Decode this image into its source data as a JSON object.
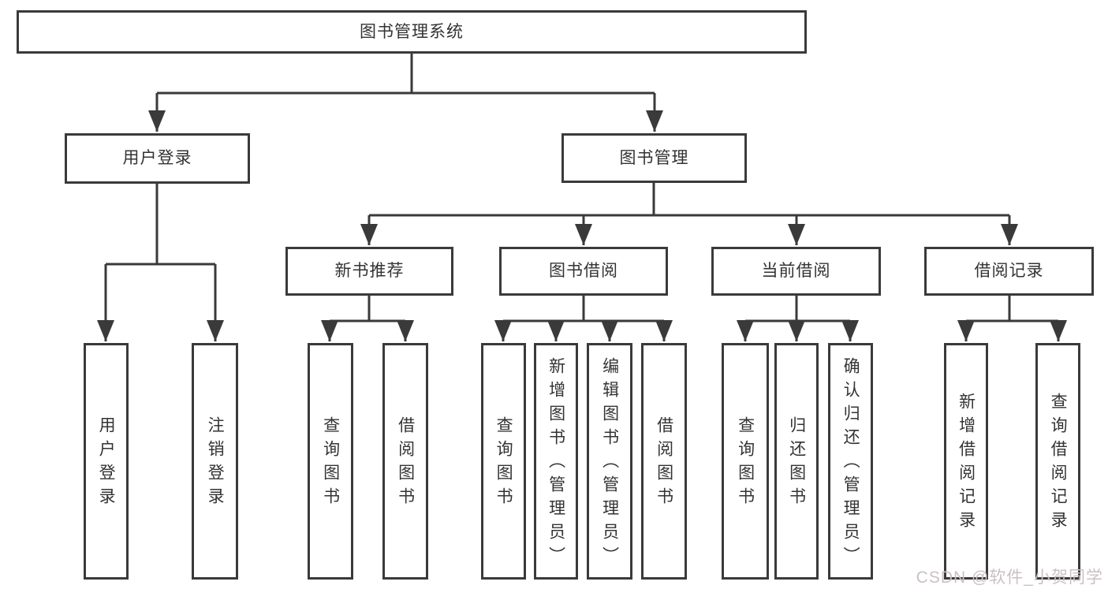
{
  "title": "图书管理系统",
  "watermark": "CSDN @软件_小贺同学",
  "colors": {
    "line": "#3a3a3a",
    "text": "#333333",
    "watermark": "#cbc0c4",
    "background": "#ffffff"
  },
  "tree": {
    "root": {
      "label": "图书管理系统"
    },
    "branches": [
      {
        "label": "用户登录",
        "children": [
          {
            "label": "用户登录"
          },
          {
            "label": "注销登录"
          }
        ]
      },
      {
        "label": "图书管理",
        "children": [
          {
            "label": "新书推荐",
            "children": [
              {
                "label": "查询图书"
              },
              {
                "label": "借阅图书"
              }
            ]
          },
          {
            "label": "图书借阅",
            "children": [
              {
                "label": "查询图书"
              },
              {
                "label": "新增图书（管理员）"
              },
              {
                "label": "编辑图书（管理员）"
              },
              {
                "label": "借阅图书"
              }
            ]
          },
          {
            "label": "当前借阅",
            "children": [
              {
                "label": "查询图书"
              },
              {
                "label": "归还图书"
              },
              {
                "label": "确认归还（管理员）"
              }
            ]
          },
          {
            "label": "借阅记录",
            "children": [
              {
                "label": "新增借阅记录"
              },
              {
                "label": "查询借阅记录"
              }
            ]
          }
        ]
      }
    ]
  }
}
